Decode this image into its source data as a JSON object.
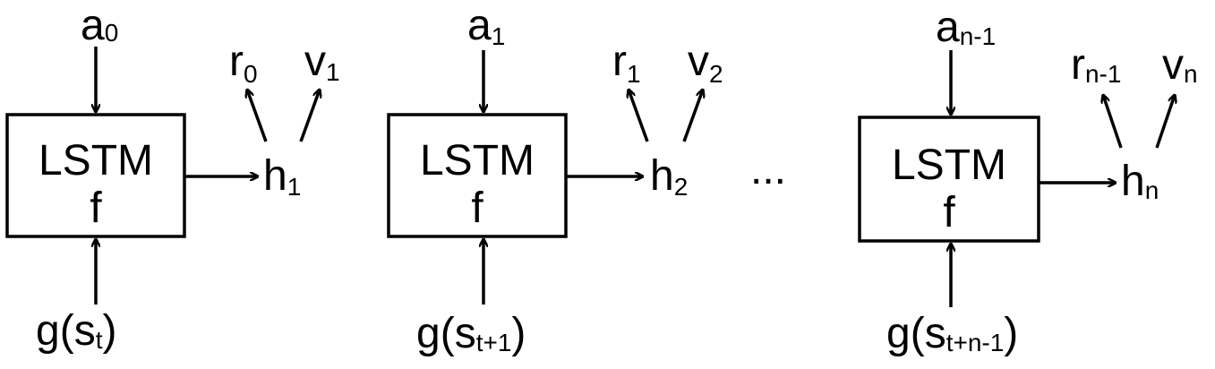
{
  "diagram": {
    "cells": [
      {
        "box_line1": "LSTM",
        "box_line2": "f",
        "action": {
          "base": "a",
          "sub": "0"
        },
        "state": {
          "prefix": "g(",
          "base": "s",
          "sub": "t",
          "suffix": ")"
        },
        "hidden": {
          "base": "h",
          "sub": "1"
        },
        "reward": {
          "base": "r",
          "sub": "0"
        },
        "value": {
          "base": "v",
          "sub": "1"
        }
      },
      {
        "box_line1": "LSTM",
        "box_line2": "f",
        "action": {
          "base": "a",
          "sub": "1"
        },
        "state": {
          "prefix": "g(",
          "base": "s",
          "sub": "t+1",
          "suffix": ")"
        },
        "hidden": {
          "base": "h",
          "sub": "2"
        },
        "reward": {
          "base": "r",
          "sub": "1"
        },
        "value": {
          "base": "v",
          "sub": "2"
        }
      },
      {
        "box_line1": "LSTM",
        "box_line2": "f",
        "action": {
          "base": "a",
          "sub": "n-1"
        },
        "state": {
          "prefix": "g(",
          "base": "s",
          "sub": "t+n-1",
          "suffix": ")"
        },
        "hidden": {
          "base": "h",
          "sub": "n"
        },
        "reward": {
          "base": "r",
          "sub": "n-1"
        },
        "value": {
          "base": "v",
          "sub": "n"
        }
      }
    ],
    "ellipsis": "..."
  }
}
